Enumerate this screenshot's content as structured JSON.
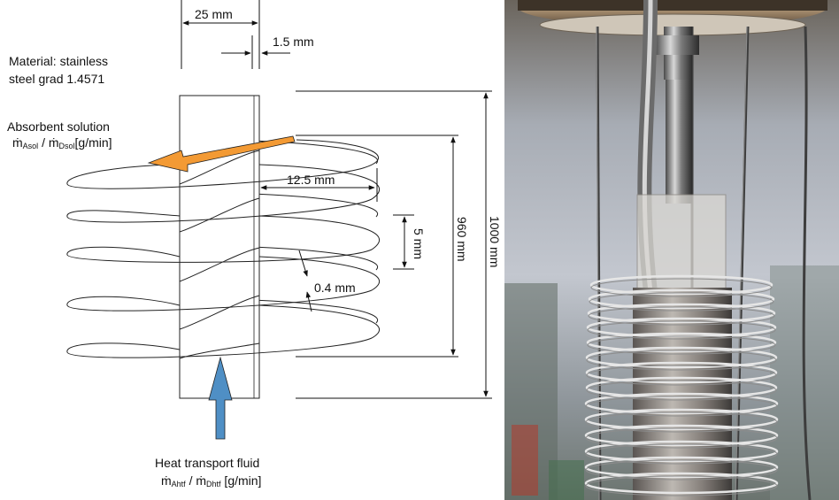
{
  "diagram": {
    "material_line1": "Material: stainless",
    "material_line2": "steel grad 1.4571",
    "inlet_label": "Absorbent solution",
    "inlet_formula": {
      "m1": "ṁ",
      "sub1": "Asol",
      "sep": " / ",
      "m2": "ṁ",
      "sub2": "Dsol",
      "unit": "[g/min]"
    },
    "outlet_label": "Heat transport fluid",
    "outlet_formula": {
      "m1": "ṁ",
      "sub1": "Ahtf",
      "sep": " / ",
      "m2": "ṁ",
      "sub2": "Dhtf",
      "unit": " [g/min]"
    },
    "dimensions": {
      "tube_diameter": "25 mm",
      "wall_thickness": "1.5 mm",
      "fin_width": "12.5 mm",
      "fin_pitch": "5 mm",
      "fin_thickness": "0.4 mm",
      "finned_length": "960 mm",
      "total_length": "1000 mm"
    },
    "colors": {
      "line": "#222222",
      "inlet_arrow": "#f39a34",
      "outlet_arrow": "#4f8fc5"
    }
  },
  "photo": {
    "description_icon": "test-rig-photo"
  }
}
